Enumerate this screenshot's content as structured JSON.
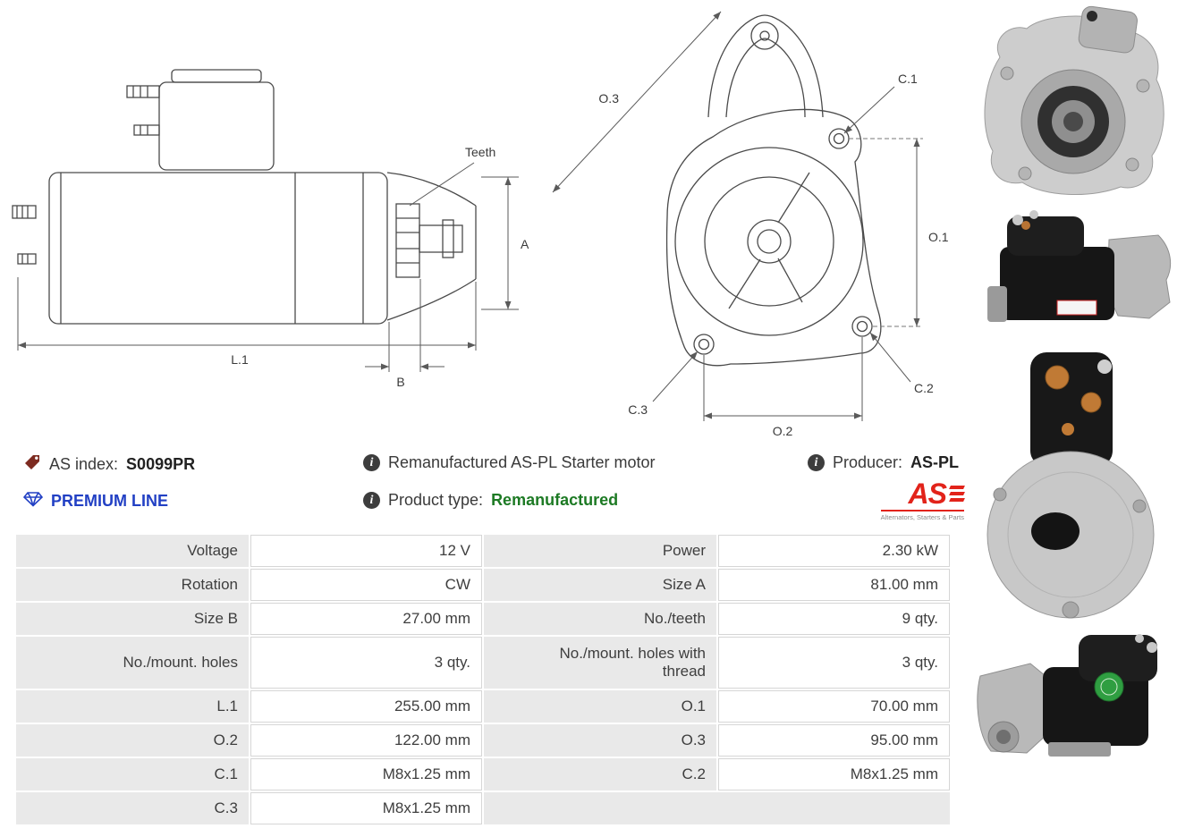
{
  "header": {
    "as_index_label": "AS index:",
    "as_index_value": "S0099PR",
    "premium_line_label": "PREMIUM LINE",
    "description": "Remanufactured AS-PL Starter motor",
    "product_type_label": "Product type:",
    "product_type_value": "Remanufactured",
    "producer_label": "Producer:",
    "producer_value": "AS-PL"
  },
  "logo": {
    "text": "AS",
    "tagline": "Alternators, Starters & Parts"
  },
  "diagrams": {
    "side": {
      "teeth": "Teeth",
      "a": "A",
      "b": "B",
      "l1": "L.1"
    },
    "front": {
      "o1": "O.1",
      "o2": "O.2",
      "o3": "O.3",
      "c1": "C.1",
      "c2": "C.2",
      "c3": "C.3"
    }
  },
  "specs": {
    "rows": [
      {
        "l1": "Voltage",
        "v1": "12 V",
        "l2": "Power",
        "v2": "2.30 kW"
      },
      {
        "l1": "Rotation",
        "v1": "CW",
        "l2": "Size A",
        "v2": "81.00 mm"
      },
      {
        "l1": "Size B",
        "v1": "27.00 mm",
        "l2": "No./teeth",
        "v2": "9 qty."
      },
      {
        "l1": "No./mount. holes",
        "v1": "3 qty.",
        "l2": "No./mount. holes with thread",
        "v2": "3 qty."
      },
      {
        "l1": "L.1",
        "v1": "255.00 mm",
        "l2": "O.1",
        "v2": "70.00 mm"
      },
      {
        "l1": "O.2",
        "v1": "122.00 mm",
        "l2": "O.3",
        "v2": "95.00 mm"
      },
      {
        "l1": "C.1",
        "v1": "M8x1.25 mm",
        "l2": "C.2",
        "v2": "M8x1.25 mm"
      },
      {
        "l1": "C.3",
        "v1": "M8x1.25 mm",
        "l2": "",
        "v2": ""
      }
    ]
  },
  "colors": {
    "premium_blue": "#2240c4",
    "type_green": "#1d7a24",
    "logo_red": "#e2231a",
    "table_label_bg": "#e9e9e9"
  }
}
